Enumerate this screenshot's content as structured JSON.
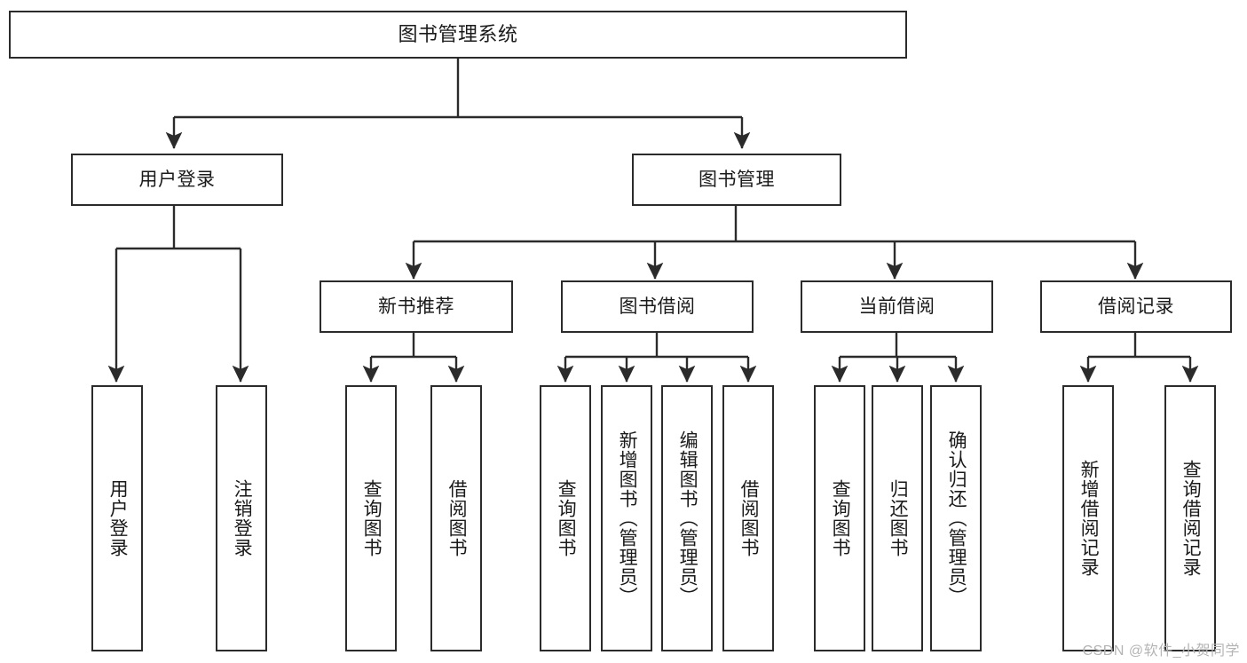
{
  "diagram": {
    "title": "图书管理系统",
    "watermark": "CSDN @软件_小贺同学",
    "colors": {
      "box_border": "#2b2b2b",
      "box_fill": "#ffffff",
      "edge": "#2b2b2b",
      "text": "#1a1a1a",
      "watermark": "#b4b4b4",
      "background": "#ffffff"
    },
    "nodes": {
      "root": "图书管理系统",
      "user_login": "用户登录",
      "book_manage": "图书管理",
      "new_book_rec": "新书推荐",
      "book_borrow": "图书借阅",
      "current_borrow": "当前借阅",
      "borrow_record": "借阅记录",
      "leaf_user_login": "用户登录",
      "leaf_user_logout": "注销登录",
      "leaf_rec_query_book": "查询图书",
      "leaf_rec_borrow_book": "借阅图书",
      "leaf_borrow_query_book": "查询图书",
      "leaf_borrow_add_book": "新增图书（管理员）",
      "leaf_borrow_edit_book": "编辑图书（管理员）",
      "leaf_borrow_borrow_book": "借阅图书",
      "leaf_cur_query_book": "查询图书",
      "leaf_cur_return_book": "归还图书",
      "leaf_cur_confirm_return": "确认归还（管理员）",
      "leaf_rec_add_record": "新增借阅记录",
      "leaf_rec_query_record": "查询借阅记录"
    }
  }
}
